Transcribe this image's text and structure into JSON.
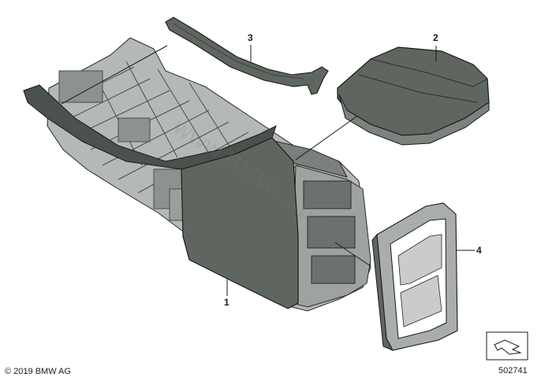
{
  "callouts": {
    "c1": "1",
    "c2": "2",
    "c3": "3",
    "c4": "4"
  },
  "footer": {
    "copyright": "© 2019 BMW AG",
    "diagram_number": "502741"
  },
  "watermark": "www.BMW-...p.pl",
  "colors": {
    "part_fill": "#5f6660",
    "part_dark": "#3c423d",
    "frame_fill": "#a9aeaa",
    "line": "#1a1a1a"
  }
}
